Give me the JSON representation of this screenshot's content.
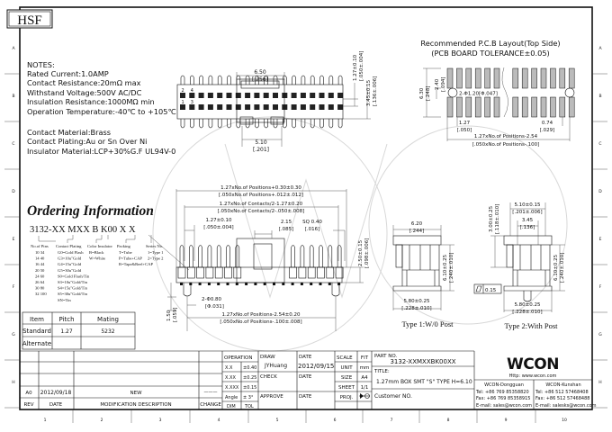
{
  "logo": {
    "hsf": "HSF",
    "brand": "WCON"
  },
  "notes": {
    "heading": "NOTES:",
    "lines": [
      "Rated Current:1.0AMP",
      "Contact Resistance:20mΩ max",
      "Withstand Voltage:500V AC/DC",
      "Insulation Resistance:1000MΩ min",
      "Operation Temperature:-40℃ to +105℃"
    ],
    "material": [
      "Contact Material:Brass",
      "Contact Plating:Au or Sn Over Ni",
      "Insulator Material:LCP+30%G.F UL94V-0"
    ]
  },
  "ordering": {
    "title": "Ordering Information",
    "code": "3132-XX MXX B K00 X X",
    "columns": [
      {
        "header": "No.of Pins",
        "items": [
          "10  34",
          "14  40",
          "16  44",
          "20  50",
          "24  60",
          "26  64",
          "30  80",
          "32  100"
        ]
      },
      {
        "header": "Contact Plating",
        "items": [
          "G0=Gold Flash",
          "G3=10u\"Gold",
          "G4=15u\"Gold",
          "G5=30u\"Gold",
          "S0=Gold Flash/Tin",
          "S3=10u\"Gold/Tin",
          "S4=15u\"Gold/Tin",
          "S5=30u\"Gold/Tin",
          "SN=Tin"
        ]
      },
      {
        "header": "Color Insulator",
        "items": [
          "B=Black",
          "W=White"
        ]
      },
      {
        "header": "Packing",
        "items": [
          "T=Tube",
          "P=Tube+CAP",
          "R=Tape&Reel+CAP"
        ]
      },
      {
        "header": "Series No.",
        "items": [
          "1=Type 1",
          "2=Type 2"
        ]
      }
    ]
  },
  "mating_table": {
    "headers": [
      "Item",
      "Pitch",
      "Mating"
    ],
    "rows": [
      [
        "Standard",
        "1.27",
        "5232"
      ],
      [
        "Alternate",
        "",
        ""
      ]
    ]
  },
  "pcb": {
    "title": "Recommended P.C.B Layout(Top Side)",
    "subtitle": "(PCB BOARD TOLERANCE±0.05)"
  },
  "dims": {
    "top_width": "6.50",
    "top_width_in": "[.256]",
    "top_post": "5.10",
    "top_post_in": "[.201]",
    "top_pitch": "1.27±0.10",
    "top_pitch_in": "[.050±.004]",
    "top_h": "3.45±0.15",
    "top_h_in": "[.136±.006]",
    "pcb_h": "6.30",
    "pcb_h_in": "[.248]",
    "pcb_row": "2.40",
    "pcb_row_in": "[.094]",
    "pcb_hole": "2-Φ1.20",
    "pcb_hole_in": "[Φ.047]",
    "pcb_pitch": "1.27",
    "pcb_pitch_in": "[.050]",
    "pcb_pad": "0.74",
    "pcb_pad_in": "[.029]",
    "pcb_len": "1.27xNo.of Positions-2.54",
    "pcb_len_in": "[.050xNo.of Positions-.100]",
    "f_total": "1.27xNo.of Positions+0.30±0.30",
    "f_total_in": "[.050xNo.of Positions+.012±.012]",
    "f_contacts": "1.27xNo.of Contacts/2-1.27±0.20",
    "f_contacts_in": "[.050xNo.of Contacts/2-.050±.008]",
    "f_pitch": "1.27±0.10",
    "f_pitch_in": "[.050±.004]",
    "f_215": "2.15",
    "f_215_in": "[.085]",
    "f_sq": "SQ 0.40",
    "f_sq_in": "[.016]",
    "f_h": "2.50±0.15",
    "f_h_in": "[.098±.006]",
    "f_post": "2-Φ0.80",
    "f_post_in": "[Φ.031]",
    "f_len": "1.27xNo.of Positions-2.54±0.20",
    "f_len_in": "[.050xNo.of Positions-.100±.008]",
    "f_tail": "1.50",
    "f_tail_in": "[.059]",
    "t1_w": "6.20",
    "t1_w_in": "[.244]",
    "t1_h": "6.10±0.25",
    "t1_h_in": "[.240±.010]",
    "t1_b": "5.80±0.25",
    "t1_b_in": "[.228±.010]",
    "t2_w": "5.10±0.15",
    "t2_w_in": "[.201±.006]",
    "t2_in": "3.45",
    "t2_in_in": "[.136]",
    "t2_p": "3.00±0.25",
    "t2_p_in": "[.118±.010]",
    "t2_h": "6.10±0.25",
    "t2_h_in": "[.240±.010]",
    "t2_b": "5.80±0.25",
    "t2_b_in": "[.228±.010]",
    "flat": "0.15"
  },
  "captions": {
    "type1": "Type 1:W/0 Post",
    "type2": "Type 2:With Post"
  },
  "pin_labels": [
    "2",
    "4",
    "1",
    "3"
  ],
  "revision": {
    "rows": [
      [
        "",
        "",
        "",
        ""
      ],
      [
        "",
        "",
        "",
        ""
      ],
      [
        "",
        "",
        "",
        ""
      ],
      [
        "A0",
        "2012/09/18",
        "NEW",
        "———"
      ]
    ],
    "headers": [
      "REV",
      "DATE",
      "MODIFICATION  DESCRIPTION",
      "CHANGE"
    ]
  },
  "title_block": {
    "operation": "OPERATION",
    "tol": [
      [
        "X.X",
        "±0.40"
      ],
      [
        "X.XX",
        "±0.25"
      ],
      [
        "X.XXX",
        "±0.15"
      ],
      [
        "Angle",
        "± 3°"
      ]
    ],
    "dim": "DIM",
    "tol_label": "TOL",
    "draw": "DRAW",
    "drawer": "JYHuang",
    "check": "CHECK",
    "approve": "APPROVE",
    "date": "DATE",
    "date_value": "2012/09/15",
    "scale": "SCALE",
    "scale_value": "FIT",
    "unit": "UNIT",
    "unit_value": "mm",
    "size": "SIZE",
    "size_value": "A4",
    "sheet": "SHEET",
    "sheet_value": "1/1",
    "proj": "PROJ.",
    "part_no_label": "PART NO.",
    "part_no": "3132-XXMXXBK00XX",
    "title_label": "TITLE:",
    "title": "1.27mm BOX SMT \"S\" TYPE H=6.10",
    "customer_no": "Customer NO.",
    "url": "Http: www.wcon.com",
    "office1": [
      "WCON-Dongguan",
      "Tel: +86 769 85358820",
      "Fax: +86 769 85358915",
      "E-mail: sales@wcon.com"
    ],
    "office2": [
      "WCON-Kunshan",
      "Tel: +86 512 57468408",
      "Fax: +86 512 57468488",
      "E-mail: salesks@wcon.com"
    ]
  },
  "zones": {
    "cols": [
      "1",
      "2",
      "3",
      "4",
      "5",
      "6",
      "7",
      "8",
      "9",
      "10"
    ],
    "rows": [
      "A",
      "B",
      "C",
      "D",
      "E",
      "F",
      "G",
      "H"
    ]
  }
}
